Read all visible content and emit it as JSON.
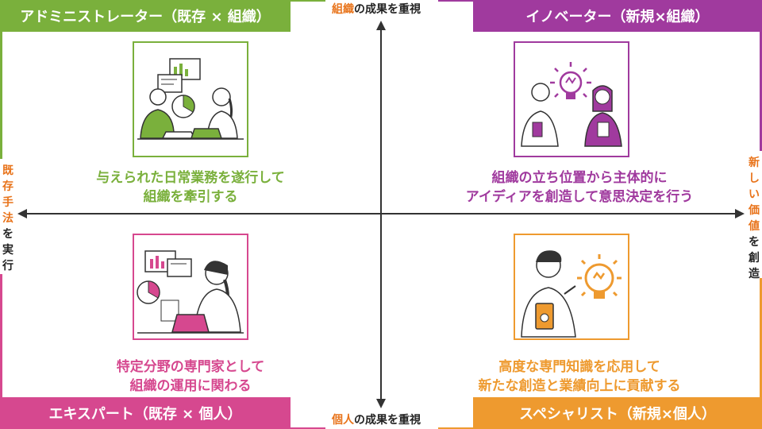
{
  "quadrants": {
    "top_left": {
      "title": "アドミニストレーター（既存 × 組織）",
      "desc_line1": "与えられた日常業務を遂行して",
      "desc_line2": "組織を牽引する",
      "color": "#7ab03c"
    },
    "top_right": {
      "title": "イノベーター（新規×組織）",
      "desc_line1": "組織の立ち位置から主体的に",
      "desc_line2": "アイディアを創造して意思決定を行う",
      "color": "#a03a9e"
    },
    "bottom_left": {
      "title": "エキスパート（既存 × 個人）",
      "desc_line1": "特定分野の専門家として",
      "desc_line2": "組織の運用に関わる",
      "color": "#d6488f"
    },
    "bottom_right": {
      "title": "スペシャリスト（新規×個人）",
      "desc_line1": "高度な専門知識を応用して",
      "desc_line2": "新たな創造と業績向上に貢献する",
      "color": "#ee9a2f"
    }
  },
  "axes": {
    "top": {
      "highlight": "組織",
      "rest": "の成果を重視"
    },
    "bottom": {
      "highlight": "個人",
      "rest": "の成果を重視"
    },
    "left": {
      "highlight_chars": [
        "既",
        "存",
        "手",
        "法"
      ],
      "rest_chars": [
        "を",
        "実",
        "行"
      ]
    },
    "right": {
      "highlight_chars": [
        "新",
        "し",
        "い",
        "価",
        "値"
      ],
      "rest_chars": [
        "を",
        "創",
        "造"
      ]
    }
  },
  "colors": {
    "axis": "#333333",
    "highlight": "#e8731a"
  }
}
